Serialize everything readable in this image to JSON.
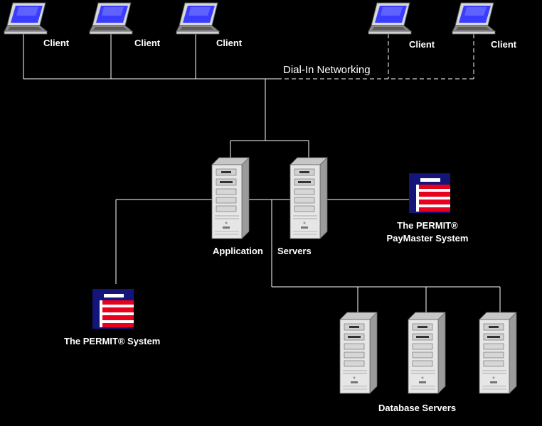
{
  "colors": {
    "background": "#000000",
    "line": "#ffffff",
    "laptop_screen": "#3a3cff",
    "server_body": "#e6e6e6",
    "logo_red": "#e8001c",
    "logo_navy": "#13157a"
  },
  "clients": [
    {
      "label": "Client",
      "connection": "direct"
    },
    {
      "label": "Client",
      "connection": "direct"
    },
    {
      "label": "Client",
      "connection": "direct"
    },
    {
      "label": "Client",
      "connection": "dial-in"
    },
    {
      "label": "Client",
      "connection": "dial-in"
    }
  ],
  "network_label": "Dial-In Networking",
  "app_servers": {
    "label_left": "Application",
    "label_right": "Servers",
    "icons": [
      "server-icon",
      "server-icon"
    ]
  },
  "paymaster": {
    "line1": "The PERMIT®",
    "line2": "PayMaster System",
    "icon": "permit-logo-icon"
  },
  "permit": {
    "label": "The PERMIT® System",
    "icon": "permit-logo-icon"
  },
  "db_servers": {
    "label": "Database Servers",
    "icons": [
      "server-icon",
      "server-icon",
      "server-icon"
    ]
  }
}
